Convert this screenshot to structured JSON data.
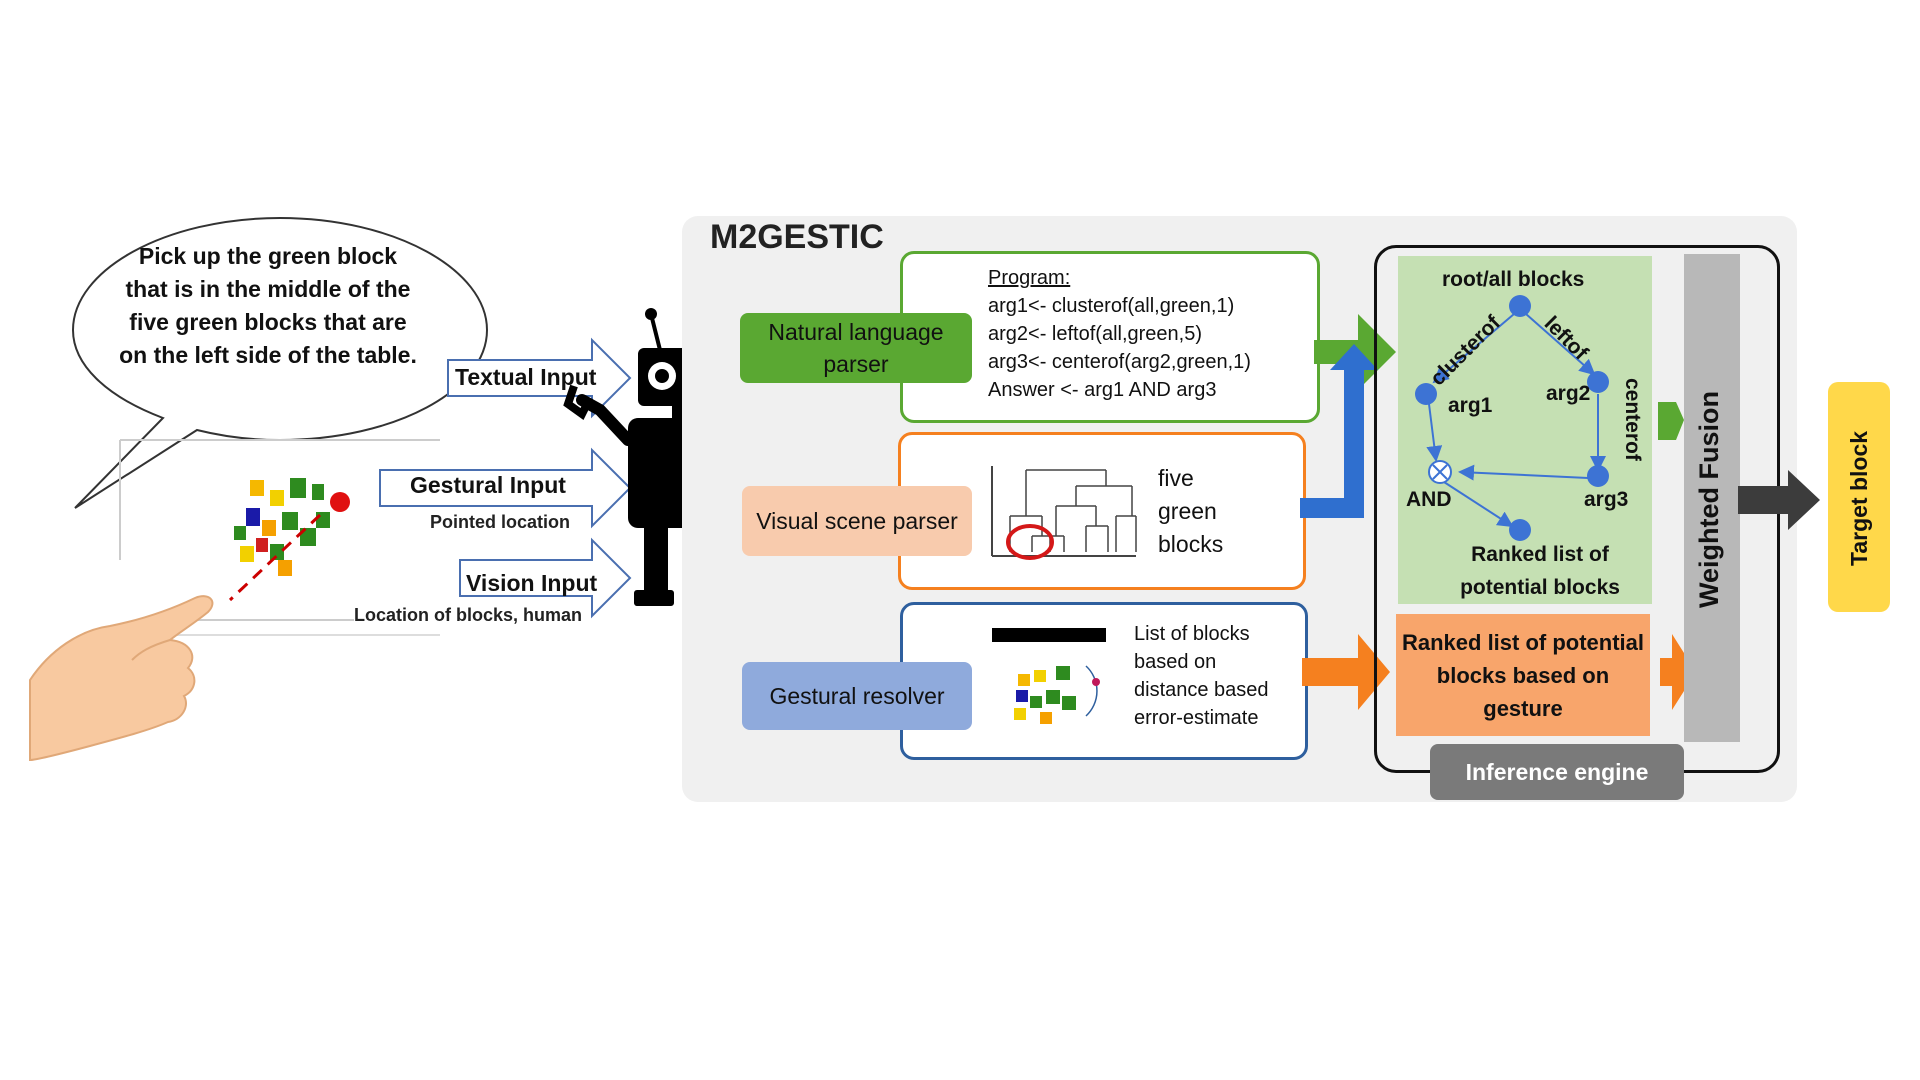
{
  "speech": {
    "text": "Pick up the green block that is in the middle of the five green blocks that are on the left side of the table."
  },
  "inputs": {
    "textual": "Textual Input",
    "gestural": "Gestural Input",
    "gestural_sub": "Pointed location",
    "vision": "Vision Input",
    "vision_sub": "Location of blocks, human"
  },
  "system": {
    "title": "M2GESTIC",
    "nl_parser": "Natural language parser",
    "visual_parser": "Visual scene parser",
    "gestural_resolver": "Gestural resolver",
    "program": {
      "heading": "Program:",
      "lines": [
        "arg1<- clusterof(all,green,1)",
        "arg2<- leftof(all,green,5)",
        "arg3<- centerof(arg2,green,1)",
        "Answer <- arg1 AND arg3"
      ]
    },
    "visual_result": "five green blocks",
    "gesture_desc": "List of blocks based on distance based error-estimate"
  },
  "inference": {
    "graph": {
      "root": "root/all blocks",
      "edge_clusterof": "clusterof",
      "edge_leftof": "leftof",
      "edge_centerof": "centerof",
      "arg1": "arg1",
      "arg2": "arg2",
      "arg3": "arg3",
      "and": "AND",
      "result": "Ranked list of potential blocks"
    },
    "gesture_result": "Ranked list of potential blocks based on gesture",
    "fusion": "Weighted Fusion",
    "engine": "Inference engine"
  },
  "output": {
    "target": "Target block"
  },
  "colors": {
    "green": "#5aa832",
    "light_green": "#c5e0b3",
    "orange": "#f5801f",
    "light_orange": "#f8cbad",
    "blue": "#2e5f9e",
    "light_blue": "#8faadc",
    "node_blue": "#3d73d4",
    "yellow": "#ffd84a",
    "gray": "#b8b8b8",
    "dark_gray": "#6e6e6e"
  }
}
